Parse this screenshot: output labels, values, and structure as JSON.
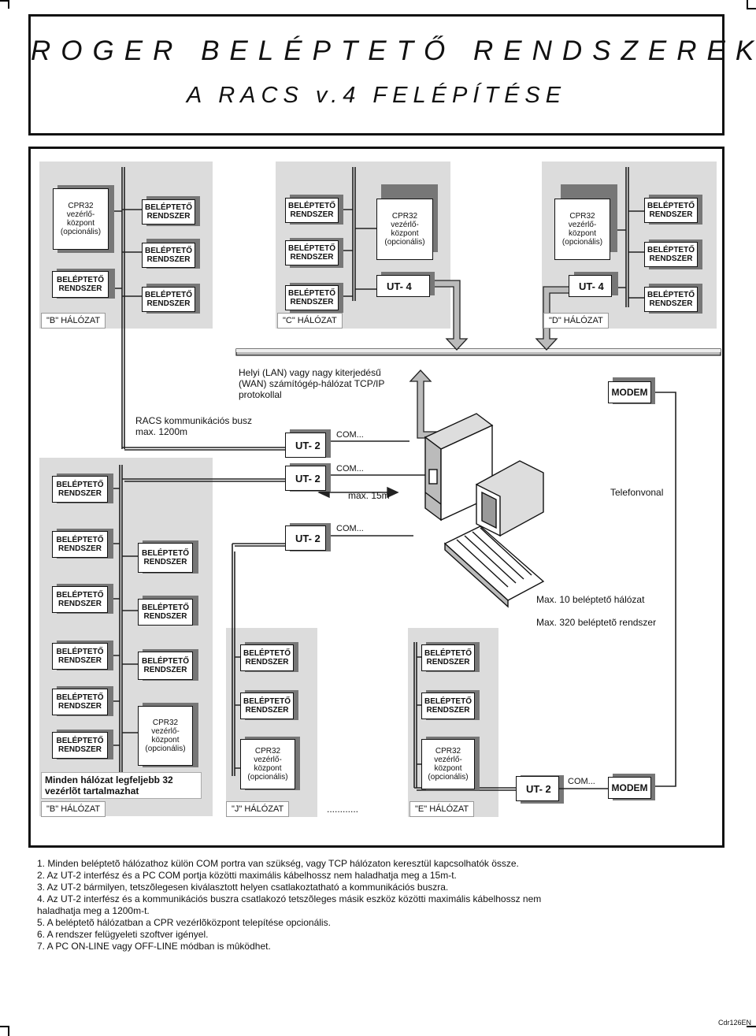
{
  "title": {
    "main": "ROGER BELÉPTETŐ RENDSZEREK",
    "sub": "A RACS v.4 FELÉPÍTÉSE"
  },
  "labels": {
    "access_system": "BELÉPTETŐ\nRENDSZER",
    "cpr32": "CPR32\nvezérlő-\nközpont\n(opcionális)",
    "ut4": "UT- 4",
    "ut2": "UT- 2",
    "com": "COM...",
    "com_short": "COM...",
    "modem": "MODEM"
  },
  "networks": {
    "b": "\"B\" HÁLÓZAT",
    "c": "\"C\" HÁLÓZAT",
    "d": "\"D\" HÁLÓZAT",
    "j": "\"J\" HÁLÓZAT",
    "e": "\"E\" HÁLÓZAT",
    "dots": "............"
  },
  "diagram_text": {
    "lan": "Helyi (LAN) vagy nagy kiterjedésű\n(WAN) számítógép-hálózat TCP/IP\nprotokollal",
    "bus": "RACS kommunikációs busz\nmax. 1200m",
    "max15": "max. 15m",
    "phone": "Telefonvonal",
    "max_networks": "Max. 10 beléptető hálózat",
    "max_systems": "Max. 320 beléptetõ rendszer",
    "max_controllers": "Minden hálózat legfeljebb 32\nvezérlõt tartalmazhat"
  },
  "notes": [
    "1. Minden beléptetõ hálózathoz külön COM portra van szükség, vagy TCP hálózaton keresztül kapcsolhatók össze.",
    "2. Az UT-2 interfész és a PC COM portja közötti maximális kábelhossz nem haladhatja meg a 15m-t.",
    "3. Az UT-2 bármilyen, tetszõlegesen kiválasztott helyen csatlakoztatható a kommunikációs buszra.",
    "4. Az UT-2 interfész és a kommunikációs buszra csatlakozó tetszõleges másik eszköz közötti maximális kábelhossz nem\n    haladhatja meg a 1200m-t.",
    "5. A beléptetõ hálózatban a CPR vezérlõközpont telepítése opcionális.",
    "6. A rendszer felügyeleti szoftver igényel.",
    "7. A PC ON-LINE vagy OFF-LINE módban is mûködhet."
  ],
  "doc_code": "Cdr126EN"
}
